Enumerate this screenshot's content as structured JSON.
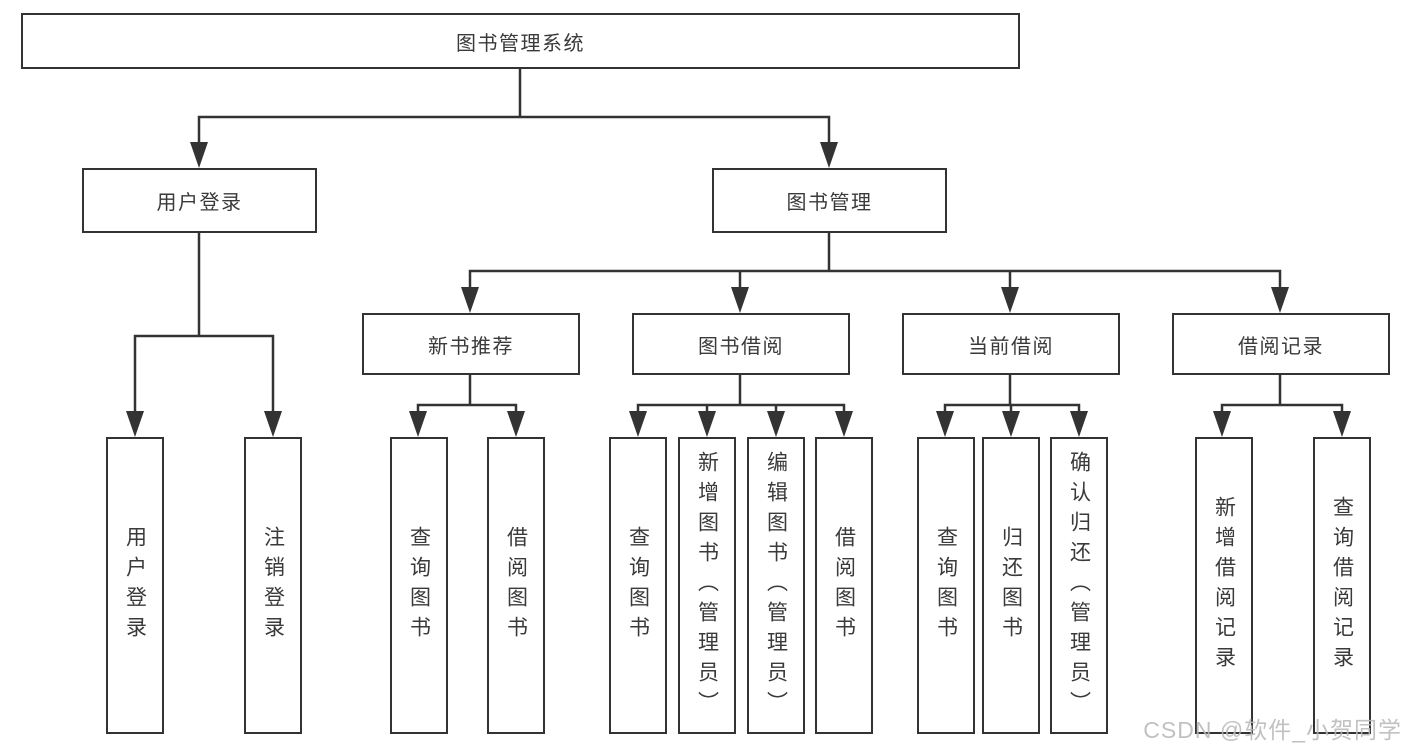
{
  "tree": {
    "root": "图书管理系统",
    "l2": [
      "用户登录",
      "图书管理"
    ],
    "l3": [
      "新书推荐",
      "图书借阅",
      "当前借阅",
      "借阅记录"
    ],
    "l4": {
      "login": [
        "用户登录",
        "注销登录"
      ],
      "recommend": [
        "查询图书",
        "借阅图书"
      ],
      "borrowing": [
        "查询图书",
        "新增图书（管理员）",
        "编辑图书（管理员）",
        "借阅图书"
      ],
      "current": [
        "查询图书",
        "归还图书",
        "确认归还（管理员）"
      ],
      "records": [
        "新增借阅记录",
        "查询借阅记录"
      ]
    }
  },
  "watermark": "CSDN @软件_小贺同学",
  "colors": {
    "line": "#333333",
    "text": "#3a3a3a",
    "watermark": "#b8b8b8",
    "background": "#ffffff"
  }
}
